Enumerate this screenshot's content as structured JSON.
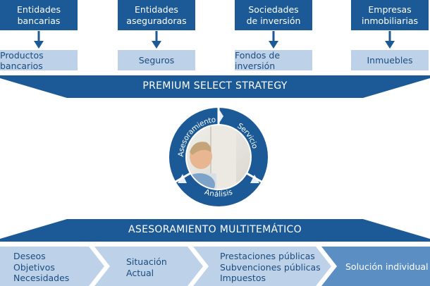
{
  "sources": [
    {
      "title": "Entidades\nbancarias",
      "product": "Productos bancarios"
    },
    {
      "title": "Entidades\naseguradoras",
      "product": "Seguros"
    },
    {
      "title": "Sociedades\nde inversión",
      "product": "Fondos de inversión"
    },
    {
      "title": "Empresas\ninmobiliarias",
      "product": "Inmuebles"
    }
  ],
  "banner_top": "PREMIUM SELECT STRATEGY",
  "cycle": {
    "segment_1": "Asesoramiento",
    "segment_2": "Servicio",
    "segment_3": "Análisis"
  },
  "banner_bottom": "ASESORAMIENTO MULTITEMÁTICO",
  "steps": [
    {
      "text": "Deseos\nObjetivos\nNecesidades"
    },
    {
      "text": "Situación\nActual"
    },
    {
      "text": "Prestaciones públicas\nSubvenciones públicas\nImpuestos"
    },
    {
      "text": "Solución individual"
    }
  ],
  "colors": {
    "dark_blue": "#1b5a96",
    "light_blue": "#bdd2e9",
    "mid_blue": "#5b8fc4"
  }
}
